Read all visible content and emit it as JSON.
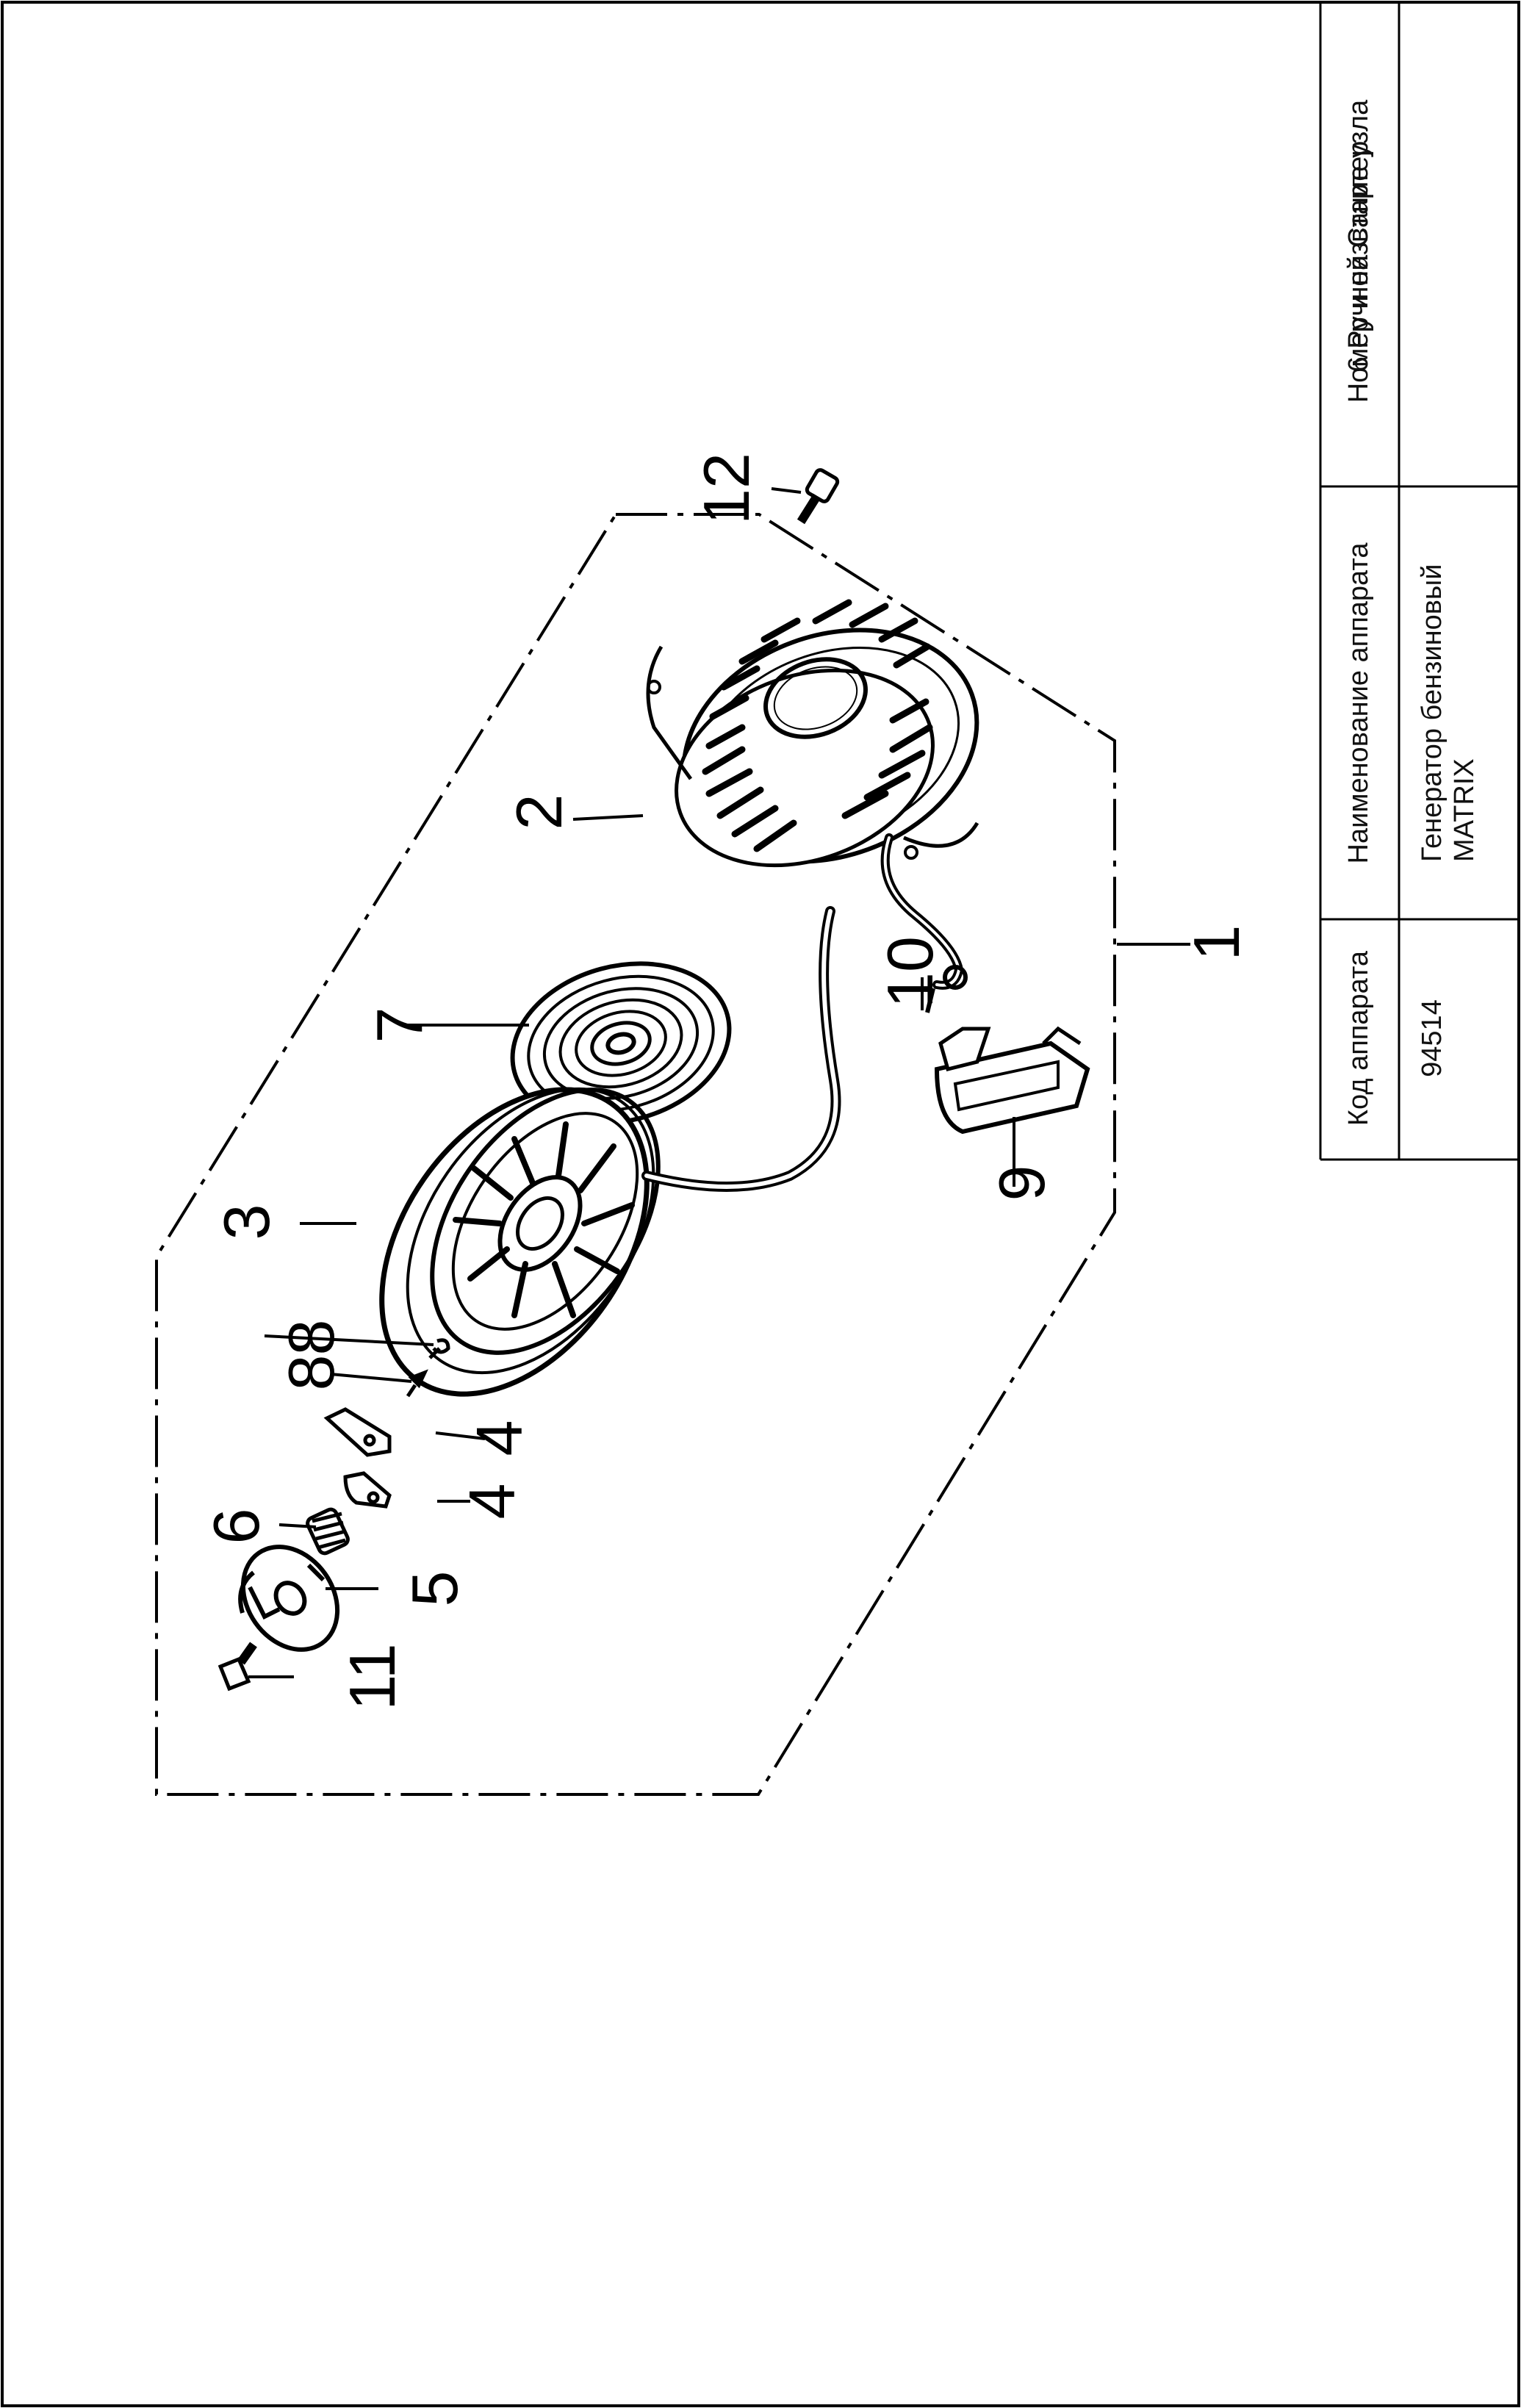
{
  "title_block": {
    "headers": {
      "code": "Код аппарата",
      "device_name": "Наименование аппарата",
      "unit": "Номер и название узла"
    },
    "values": {
      "code": "94514",
      "device_name_line1": "Генератор бензиновый",
      "device_name_line2": "MATRIX",
      "unit": "6 Ручной Стартер"
    }
  },
  "diagram": {
    "subject": "exploded view of recoil (manual) starter assembly",
    "callouts": [
      "1",
      "2",
      "3",
      "4",
      "4",
      "5",
      "6",
      "7",
      "8",
      "8",
      "9",
      "10",
      "11",
      "12"
    ],
    "parts": [
      "starter-housing",
      "pulley-reel",
      "spiral-spring",
      "ratchet-pawl",
      "friction-plate",
      "pawl-spring",
      "pull-handle",
      "rope",
      "center-bolt",
      "mounting-bolt"
    ]
  }
}
